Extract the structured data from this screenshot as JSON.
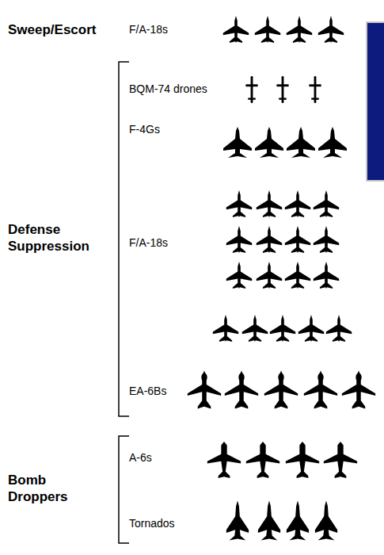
{
  "diagram": {
    "labels": [
      "Sweep/Escort",
      "F/A-18s",
      "BQM-74 drones",
      "F-4Gs",
      "Defense Suppression",
      "F/A-18s",
      "EA-6Bs",
      "A-6s",
      "Bomb Droppers",
      "Tornados"
    ]
  }
}
